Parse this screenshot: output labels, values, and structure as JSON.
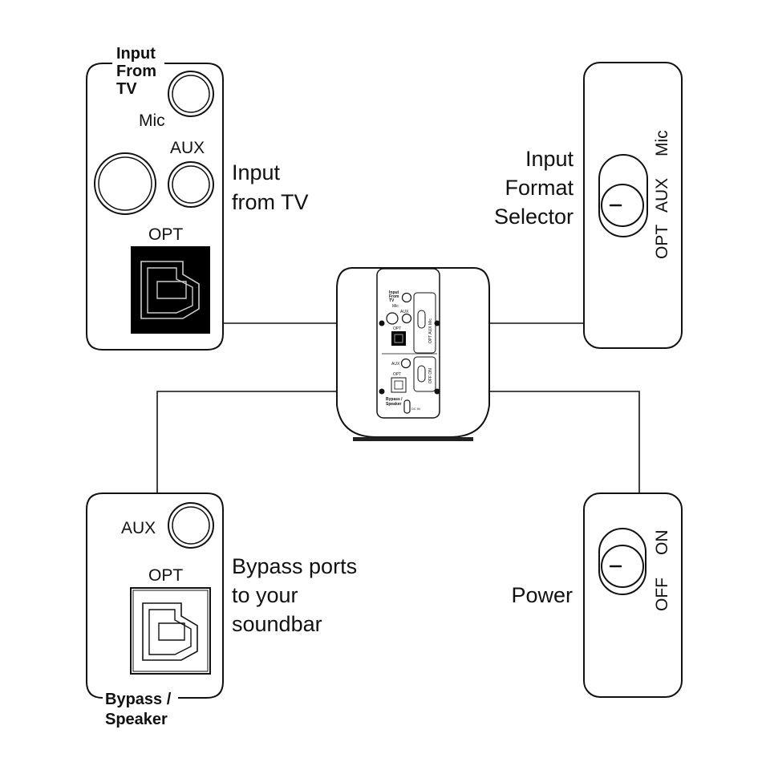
{
  "top_left_panel": {
    "title_lines": [
      "Input",
      "From",
      "TV"
    ],
    "mic_label": "Mic",
    "aux_label": "AUX",
    "opt_label": "OPT"
  },
  "top_left_caption": [
    "Input",
    "from TV"
  ],
  "top_right_panel": {
    "switch_labels": [
      "OPT",
      "AUX",
      "Mic"
    ]
  },
  "top_right_caption": [
    "Input",
    "Format",
    "Selector"
  ],
  "device": {
    "panel_title_lines": [
      "Input",
      "From",
      "TV"
    ],
    "mic_label": "Mic",
    "aux_label": "AUX",
    "opt_label": "OPT",
    "selector_labels": "OPT AUX Mic",
    "aux2_label": "AUX",
    "opt2_label": "OPT",
    "power_labels": "OFF ON",
    "bypass_lines": [
      "Bypass /",
      "Speaker"
    ],
    "dc_label": "DC IN"
  },
  "bottom_left_panel": {
    "aux_label": "AUX",
    "opt_label": "OPT",
    "title_lines": [
      "Bypass /",
      "Speaker"
    ]
  },
  "bottom_left_caption": [
    "Bypass ports",
    "to your",
    "soundbar"
  ],
  "bottom_right_panel": {
    "switch_labels": [
      "OFF",
      "ON"
    ]
  },
  "bottom_right_caption": [
    "Power"
  ]
}
